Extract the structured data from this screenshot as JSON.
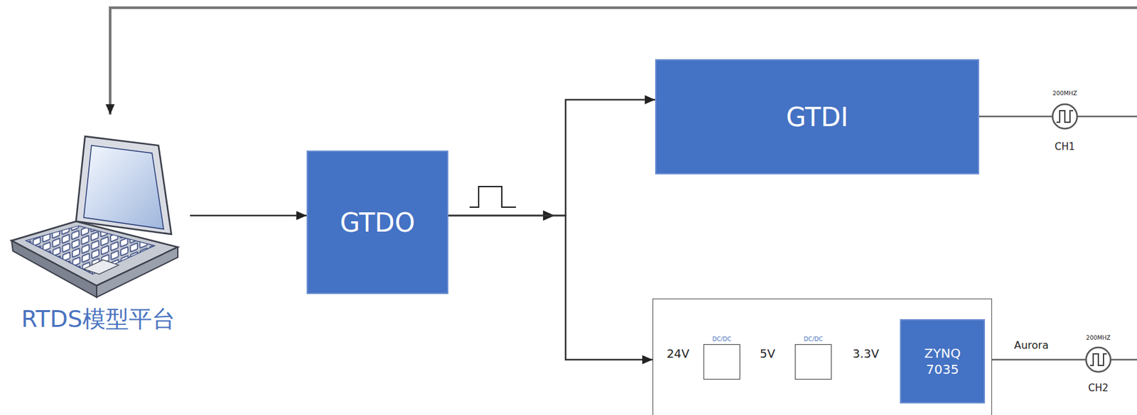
{
  "diagram": {
    "nodes": [
      {
        "text": [
          "RTDS模型平台"
        ]
      },
      {
        "text": [
          "GTDO"
        ]
      },
      {
        "text": [
          "GTDI"
        ]
      },
      {
        "text": []
      },
      {
        "text": [
          "DC/DC"
        ],
        "in": 3
      },
      {
        "text": [
          "DC/DC"
        ],
        "in": 3
      },
      {
        "text": [
          "ZYNQ 7035"
        ],
        "in": 3
      }
    ],
    "edges": [
      {
        "from": 0,
        "to": 1,
        "arrow": "to"
      },
      {
        "from": 1,
        "to": 2,
        "arrow": "to"
      },
      {
        "from": 1,
        "to": 3,
        "arrow": "to"
      },
      {
        "from": 3,
        "to": 4,
        "label": "24V",
        "arrow": "to"
      },
      {
        "from": 4,
        "to": 5,
        "label": "5V",
        "arrow": "to"
      },
      {
        "from": 5,
        "to": 6,
        "label": "3.3V",
        "arrow": "to"
      }
    ],
    "labels": [
      "200MHZ",
      "CH1",
      "Aurora",
      "200MHZ",
      "CH2"
    ]
  }
}
